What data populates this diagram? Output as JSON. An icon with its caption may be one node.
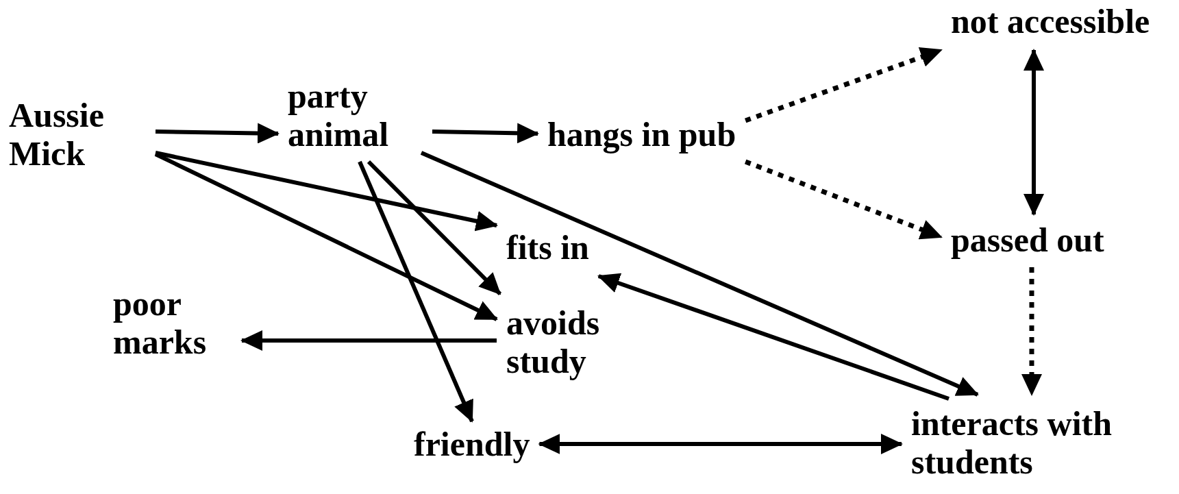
{
  "diagram": {
    "nodes": [
      {
        "text": [
          "Aussie Mick"
        ]
      },
      {
        "text": [
          "party animal"
        ]
      },
      {
        "text": [
          "hangs in pub"
        ]
      },
      {
        "text": [
          "not accessible"
        ]
      },
      {
        "text": [
          "passed out"
        ]
      },
      {
        "text": [
          "fits in"
        ]
      },
      {
        "text": [
          "poor marks"
        ]
      },
      {
        "text": [
          "avoids study"
        ]
      },
      {
        "text": [
          "friendly"
        ]
      },
      {
        "text": [
          "interacts with students"
        ]
      }
    ],
    "edges": [
      {
        "from": 0,
        "to": 1,
        "arrow": "to"
      },
      {
        "from": 1,
        "to": 2,
        "arrow": "to"
      },
      {
        "from": 2,
        "to": 3,
        "arrow": "to",
        "style": "dashed"
      },
      {
        "from": 2,
        "to": 4,
        "arrow": "to",
        "style": "dashed"
      },
      {
        "from": 3,
        "to": 4,
        "arrow": "both"
      },
      {
        "from": 4,
        "to": 9,
        "arrow": "to",
        "style": "dashed"
      },
      {
        "from": 0,
        "to": 5,
        "arrow": "to"
      },
      {
        "from": 0,
        "to": 7,
        "arrow": "to"
      },
      {
        "from": 1,
        "to": 7,
        "arrow": "to"
      },
      {
        "from": 1,
        "to": 8,
        "arrow": "to"
      },
      {
        "from": 1,
        "to": 9,
        "arrow": "to"
      },
      {
        "from": 9,
        "to": 5,
        "arrow": "to"
      },
      {
        "from": 7,
        "to": 6,
        "arrow": "to"
      },
      {
        "from": 8,
        "to": 9,
        "arrow": "both"
      }
    ]
  }
}
